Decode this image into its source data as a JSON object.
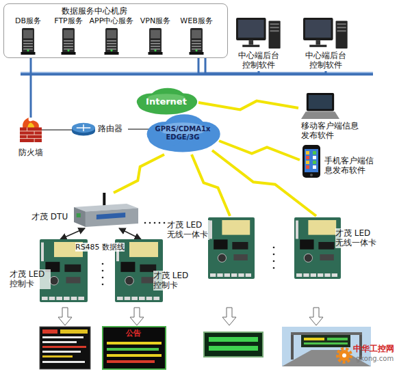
{
  "diagram": {
    "nodes": [
      {
        "text": [
          "数据服务中心机房"
        ]
      },
      {
        "text": [
          "DB服务"
        ],
        "in": 0
      },
      {
        "text": [
          "FTP服务"
        ],
        "in": 0
      },
      {
        "text": [
          "APP中心服务"
        ],
        "in": 0
      },
      {
        "text": [
          "VPN服务"
        ],
        "in": 0
      },
      {
        "text": [
          "WEB服务"
        ],
        "in": 0
      },
      {
        "text": [
          "中心端后台控制软件"
        ]
      },
      {
        "text": [
          "中心端后台控制软件"
        ]
      },
      {
        "text": [
          "Internet"
        ]
      },
      {
        "text": [
          "移动客户端信息发布软件"
        ]
      },
      {
        "text": [
          "防火墙"
        ]
      },
      {
        "text": [
          "路由器"
        ]
      },
      {
        "text": [
          "GPRS/CDMA1x EDGE/3G"
        ]
      },
      {
        "text": [
          "手机客户端信息发布软件"
        ]
      },
      {
        "text": [
          "才茂 DTU"
        ]
      },
      {
        "text": [
          "才茂 LED 控制卡"
        ]
      },
      {
        "text": [
          "才茂 LED 控制卡"
        ]
      },
      {
        "text": [
          "才茂 LED 无线一体卡"
        ]
      },
      {
        "text": [
          "才茂 LED 无线一体卡"
        ]
      }
    ],
    "edges": [
      {
        "from": 0,
        "to": 10,
        "arrow": "none"
      },
      {
        "from": 6,
        "to": 0,
        "arrow": "none"
      },
      {
        "from": 7,
        "to": 0,
        "arrow": "none"
      },
      {
        "from": 10,
        "to": 11,
        "arrow": "none"
      },
      {
        "from": 11,
        "to": 12,
        "arrow": "none"
      },
      {
        "from": 8,
        "to": 9,
        "arrow": "none"
      },
      {
        "from": 12,
        "to": 13,
        "arrow": "none"
      },
      {
        "from": 12,
        "to": 14,
        "arrow": "none"
      },
      {
        "from": 12,
        "to": 17,
        "arrow": "none"
      },
      {
        "from": 12,
        "to": 18,
        "arrow": "none"
      },
      {
        "from": 14,
        "to": 15,
        "arrow": "both",
        "label": "RS485 数据线"
      },
      {
        "from": 14,
        "to": 16,
        "arrow": "both"
      }
    ],
    "labels": [
      "公告",
      "中华工控网",
      "gkong.com"
    ]
  }
}
